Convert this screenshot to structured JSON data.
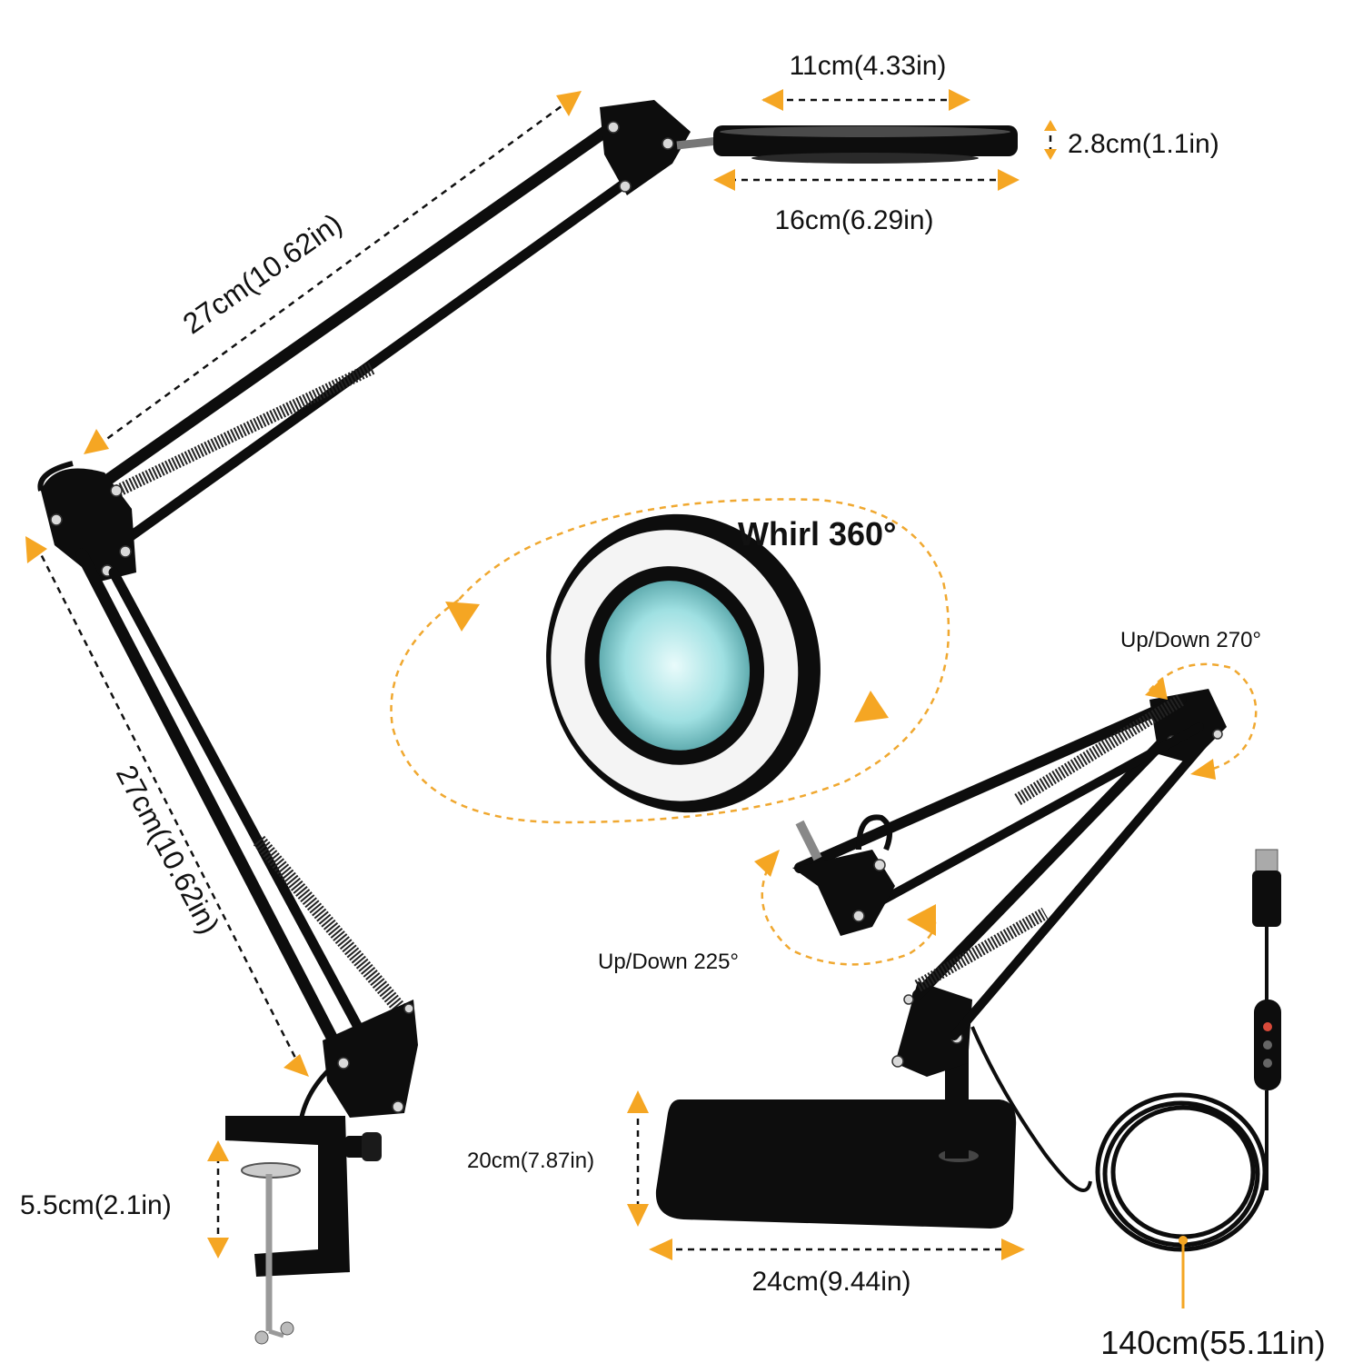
{
  "colors": {
    "arrow": "#f5a623",
    "dashed": "#111111",
    "orbit": "#f0a830",
    "lamp": "#0d0d0d",
    "lens": "#7fd3d6"
  },
  "dimensions": {
    "head_inner": "11cm(4.33in)",
    "head_height": "2.8cm(1.1in)",
    "head_outer": "16cm(6.29in)",
    "upper_arm": "27cm(10.62in)",
    "lower_arm": "27cm(10.62in)",
    "clamp": "5.5cm(2.1in)",
    "base_depth": "20cm(7.87in)",
    "base_width": "24cm(9.44in)",
    "cable": "140cm(55.11in)"
  },
  "rotations": {
    "whirl": "Whirl 360°",
    "head_tilt": "Up/Down 225°",
    "arm_tilt": "Up/Down 270°"
  }
}
